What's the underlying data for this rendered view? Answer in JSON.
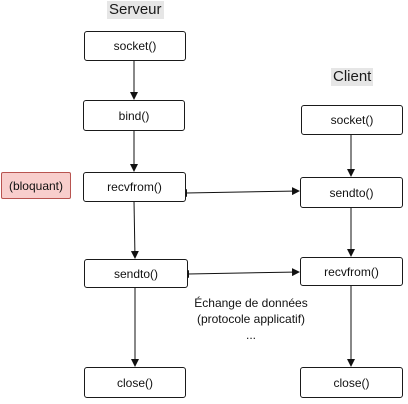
{
  "server": {
    "title": "Serveur",
    "steps": [
      "socket()",
      "bind()",
      "recvfrom()",
      "sendto()",
      "close()"
    ]
  },
  "client": {
    "title": "Client",
    "steps": [
      "socket()",
      "sendto()",
      "recvfrom()",
      "close()"
    ]
  },
  "blocking_note": "(bloquant)",
  "exchange": {
    "line1": "Échange de données",
    "line2": "(protocole applicatif)",
    "line3": "..."
  },
  "colors": {
    "note_fill": "#f8cecc",
    "note_border": "#b85450",
    "title_background": "#e6e6e6"
  }
}
